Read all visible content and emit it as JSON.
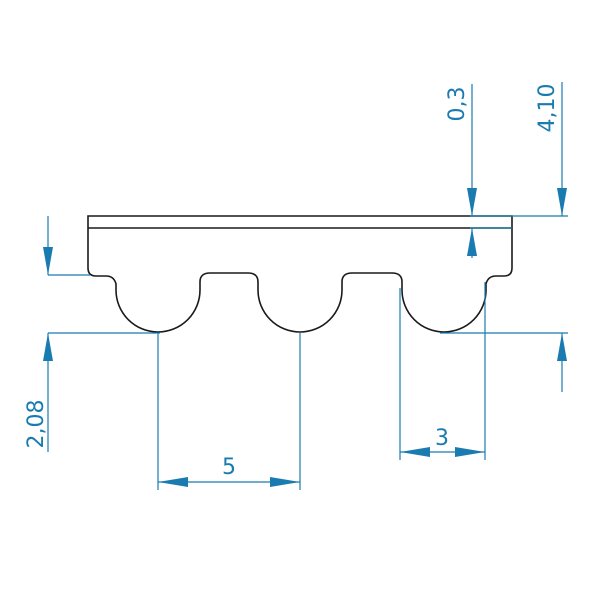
{
  "colors": {
    "outline": "#1a1a1a",
    "dimension": "#1a7bb0",
    "background": "#ffffff"
  },
  "dimensions": {
    "pitch": "5",
    "tooth_width": "3",
    "backing_thickness": "0,3",
    "total_height": "4,10",
    "tooth_height": "2,08"
  }
}
